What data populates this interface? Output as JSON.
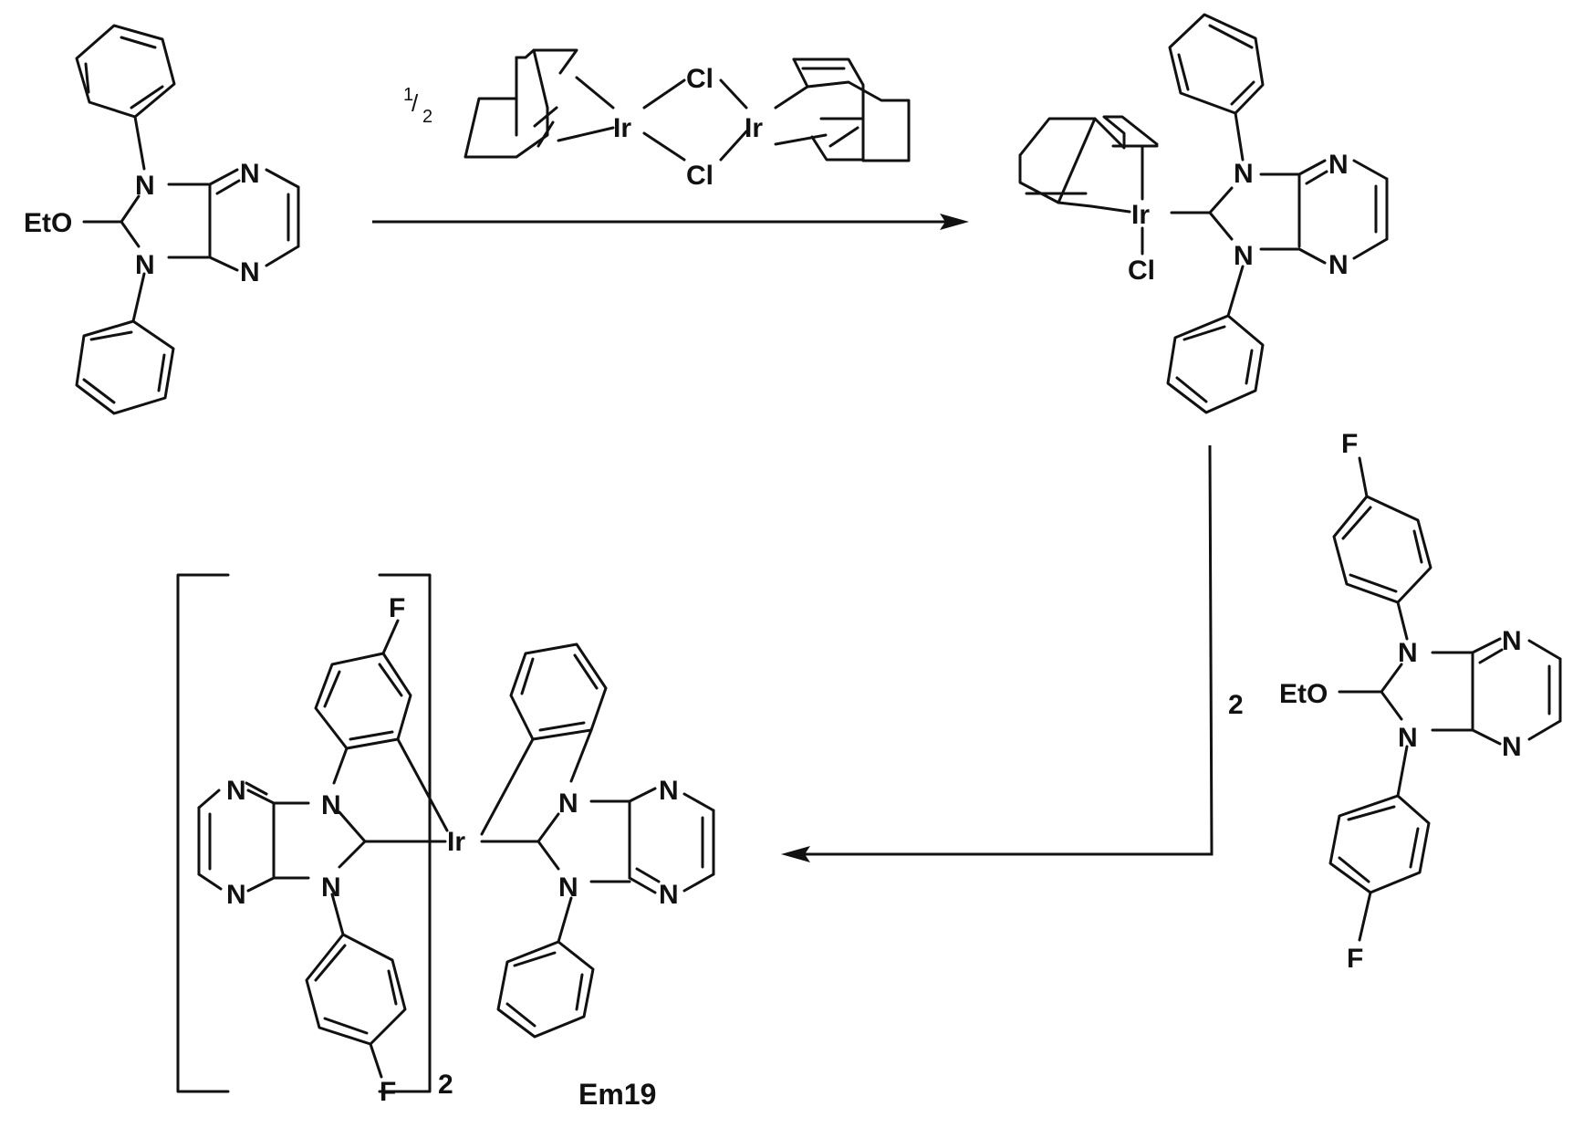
{
  "atoms": {
    "N": "N",
    "Ir": "Ir",
    "Cl": "Cl",
    "F": "F",
    "EtO": "EtO"
  },
  "reagent": {
    "fraction_numerator": "1",
    "fraction_slash": "/",
    "fraction_denominator": "2"
  },
  "step2": {
    "equivalents": "2"
  },
  "product": {
    "bracket_subscript": "2",
    "name": "Em19"
  }
}
